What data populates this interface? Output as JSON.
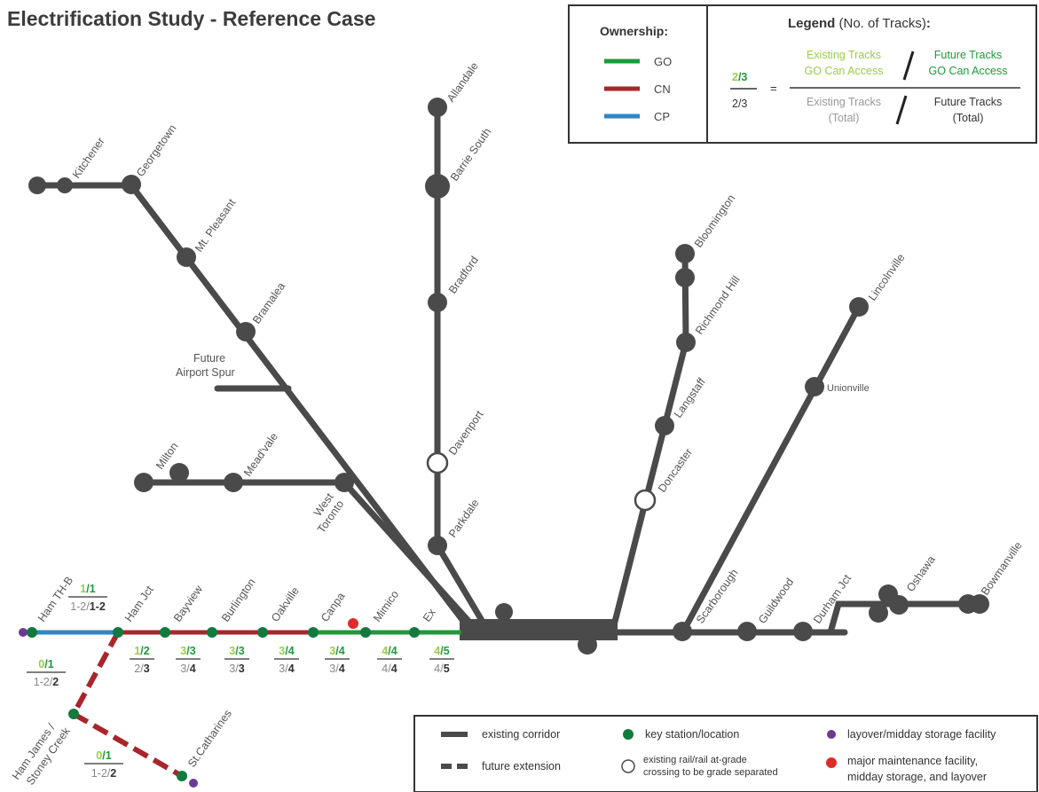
{
  "title": "Electrification Study - Reference Case",
  "colors": {
    "track": "#4a4a4a",
    "go": "#1e9a3a",
    "cn": "#a8262b",
    "cp": "#2f86c6",
    "station": "#127a3e",
    "layover": "#6c3a93",
    "maintenance": "#e12b2b",
    "light_green": "#9acd4a",
    "dark_green": "#1e9a3a",
    "grey": "#888888"
  },
  "ownership": {
    "title": "Ownership:",
    "items": [
      {
        "label": "GO",
        "color": "#1e9a3a"
      },
      {
        "label": "CN",
        "color": "#a8262b"
      },
      {
        "label": "CP",
        "color": "#2f86c6"
      }
    ]
  },
  "legend_tracks": {
    "title_bold": "Legend",
    "title_rest": " (No. of Tracks)",
    "title_colon": ":",
    "example_top_a": "2",
    "example_top_b": "/3",
    "example_bottom": "2/3",
    "equals": "=",
    "existing_go_line1": "Existing Tracks",
    "existing_go_line2": "GO Can Access",
    "future_go_line1": "Future Tracks",
    "future_go_line2": "GO Can Access",
    "existing_total_line1": "Existing Tracks",
    "existing_total_line2": "(Total)",
    "future_total_line1": "Future Tracks",
    "future_total_line2": "(Total)"
  },
  "symbols": {
    "existing_corridor": "existing corridor",
    "future_extension": "future extension",
    "key_station": "key station/location",
    "crossing_line1": "existing rail/rail at-grade",
    "crossing_line2": "crossing to be grade separated",
    "layover": "layover/midday storage facility",
    "maintenance_line1": "major maintenance facility,",
    "maintenance_line2": "midday storage, and layover"
  },
  "stations": {
    "kitchener": "Kitchener",
    "georgetown": "Georgetown",
    "mt_pleasant": "Mt. Pleasant",
    "bramalea": "Bramalea",
    "future_airport_line1": "Future",
    "future_airport_line2": "Airport Spur",
    "milton": "Milton",
    "meadvale": "Mead'vale",
    "west_toronto_line1": "West",
    "west_toronto_line2": "Toronto",
    "allandale": "Allandale",
    "barrie_south": "Barrie South",
    "bradford": "Bradford",
    "davenport": "Davenport",
    "parkdale": "Parkdale",
    "bloomington": "Bloomington",
    "richmond_hill": "Richmond Hill",
    "langstaff": "Langstaff",
    "doncaster": "Doncaster",
    "lincolnville": "Lincolnville",
    "unionville": "Unionville",
    "scarborough": "Scarborough",
    "guildwood": "Guildwood",
    "durham_jct": "Durham Jct",
    "oshawa": "Oshawa",
    "bowmanville": "Bowmanville",
    "ham_thb": "Ham TH-B",
    "ham_jct": "Ham Jct",
    "bayview": "Bayview",
    "burlington": "Burlington",
    "oakville": "Oakville",
    "canpa": "Canpa",
    "mimico": "Mimico",
    "ex": "Ex",
    "ham_james_line1": "Ham James /",
    "ham_james_line2": "Stoney Creek",
    "st_catharines": "St.Catharines"
  },
  "track_counts": [
    {
      "id": "ham_thb",
      "top_a": "1",
      "top_b": "/1",
      "bottom_a": "1-2/",
      "bottom_b": "1-2"
    },
    {
      "id": "bayview",
      "top_a": "1",
      "top_b": "/2",
      "bottom_a": "2/",
      "bottom_b": "3"
    },
    {
      "id": "burlington",
      "top_a": "3",
      "top_b": "/3",
      "bottom_a": "3/",
      "bottom_b": "4"
    },
    {
      "id": "oakville",
      "top_a": "3",
      "top_b": "/3",
      "bottom_a": "3/",
      "bottom_b": "3"
    },
    {
      "id": "canpa",
      "top_a": "3",
      "top_b": "/4",
      "bottom_a": "3/",
      "bottom_b": "4"
    },
    {
      "id": "mimico",
      "top_a": "3",
      "top_b": "/4",
      "bottom_a": "3/",
      "bottom_b": "4"
    },
    {
      "id": "ex",
      "top_a": "4",
      "top_b": "/4",
      "bottom_a": "4/",
      "bottom_b": "4"
    },
    {
      "id": "union",
      "top_a": "4",
      "top_b": "/5",
      "bottom_a": "4/",
      "bottom_b": "5"
    },
    {
      "id": "ham_jct_south",
      "top_a": "0",
      "top_b": "/1",
      "bottom_a": "1-2/",
      "bottom_b": "2"
    },
    {
      "id": "st_cath",
      "top_a": "0",
      "top_b": "/1",
      "bottom_a": "1-2/",
      "bottom_b": "2"
    }
  ]
}
